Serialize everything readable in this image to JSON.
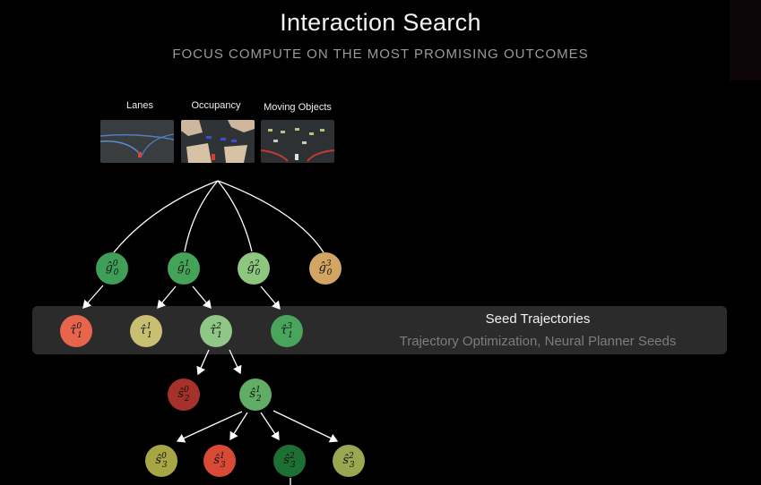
{
  "header": {
    "title": "Interaction Search",
    "subtitle": "FOCUS COMPUTE ON THE MOST PROMISING OUTCOMES"
  },
  "inputs": [
    {
      "label": "Lanes"
    },
    {
      "label": "Occupancy"
    },
    {
      "label": "Moving Objects"
    }
  ],
  "band": {
    "title": "Seed Trajectories",
    "subtitle": "Trajectory Optimization, Neural Planner Seeds"
  },
  "nodes": [
    {
      "id": "g0",
      "base": "ĝ",
      "sub": "0",
      "sup": "0",
      "color": "#3f9e57"
    },
    {
      "id": "g1",
      "base": "ĝ",
      "sub": "0",
      "sup": "1",
      "color": "#44a358"
    },
    {
      "id": "g2",
      "base": "ĝ",
      "sub": "0",
      "sup": "2",
      "color": "#8dc77f"
    },
    {
      "id": "g3",
      "base": "ĝ",
      "sub": "0",
      "sup": "3",
      "color": "#d2a562"
    },
    {
      "id": "t0",
      "base": "τ̂",
      "sub": "1",
      "sup": "0",
      "color": "#e8654d"
    },
    {
      "id": "t1",
      "base": "τ̂",
      "sub": "1",
      "sup": "1",
      "color": "#c8bf73"
    },
    {
      "id": "t2",
      "base": "τ̂",
      "sub": "1",
      "sup": "2",
      "color": "#8fc886"
    },
    {
      "id": "t3",
      "base": "τ̂",
      "sub": "1",
      "sup": "3",
      "color": "#4aa55c"
    },
    {
      "id": "s20",
      "base": "ŝ",
      "sub": "2",
      "sup": "0",
      "color": "#a4312a"
    },
    {
      "id": "s21",
      "base": "ŝ",
      "sub": "2",
      "sup": "1",
      "color": "#62ad66"
    },
    {
      "id": "s30",
      "base": "ŝ",
      "sub": "3",
      "sup": "0",
      "color": "#a7a645"
    },
    {
      "id": "s31",
      "base": "ŝ",
      "sub": "3",
      "sup": "1",
      "color": "#d84a36"
    },
    {
      "id": "s32",
      "base": "ŝ",
      "sub": "3",
      "sup": "2",
      "color": "#1d6f33"
    },
    {
      "id": "s33",
      "base": "ŝ",
      "sub": "3",
      "sup": "2",
      "color": "#9aa751"
    }
  ]
}
